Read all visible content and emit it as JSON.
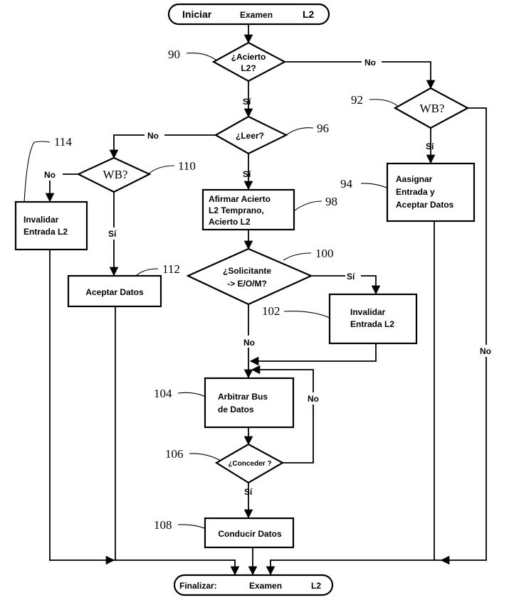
{
  "start": {
    "word1": "Iniciar",
    "word2": "Examen",
    "word3": "L2"
  },
  "end": {
    "word1": "Finalizar:",
    "word2": "Examen",
    "word3": "L2"
  },
  "decisions": {
    "acierto": {
      "line1": "¿Acierto",
      "line2": "L2?",
      "ref": "90"
    },
    "wb_right": {
      "text": "WB?",
      "ref": "92"
    },
    "leer": {
      "text": "¿Leer?",
      "ref": "96"
    },
    "wb_left": {
      "text": "WB?",
      "ref": "110"
    },
    "solicitante": {
      "line1": "¿Solicitante",
      "line2": "-> E/O/M?",
      "ref": "100"
    },
    "conceder": {
      "text": "¿Conceder ?",
      "ref": "106"
    }
  },
  "processes": {
    "asignar": {
      "line1": "Aasignar",
      "line2": "Entrada y",
      "line3": "Aceptar Datos",
      "ref": "94"
    },
    "afirmar": {
      "line1": "Afirmar Acierto",
      "line2": "L2 Temprano,",
      "line3": "Acierto L2",
      "ref": "98"
    },
    "invalidar_left": {
      "line1": "Invalidar",
      "line2": "Entrada L2",
      "ref": "114"
    },
    "aceptar": {
      "text": "Aceptar Datos",
      "ref": "112"
    },
    "invalidar_mid": {
      "line1": "Invalidar",
      "line2": "Entrada L2",
      "ref": "102"
    },
    "arbitrar": {
      "line1": "Arbitrar Bus",
      "line2": "de Datos",
      "ref": "104"
    },
    "conducir": {
      "text": "Conducir Datos",
      "ref": "108"
    }
  },
  "edge_labels": {
    "yes": "Sí",
    "no": "No"
  }
}
